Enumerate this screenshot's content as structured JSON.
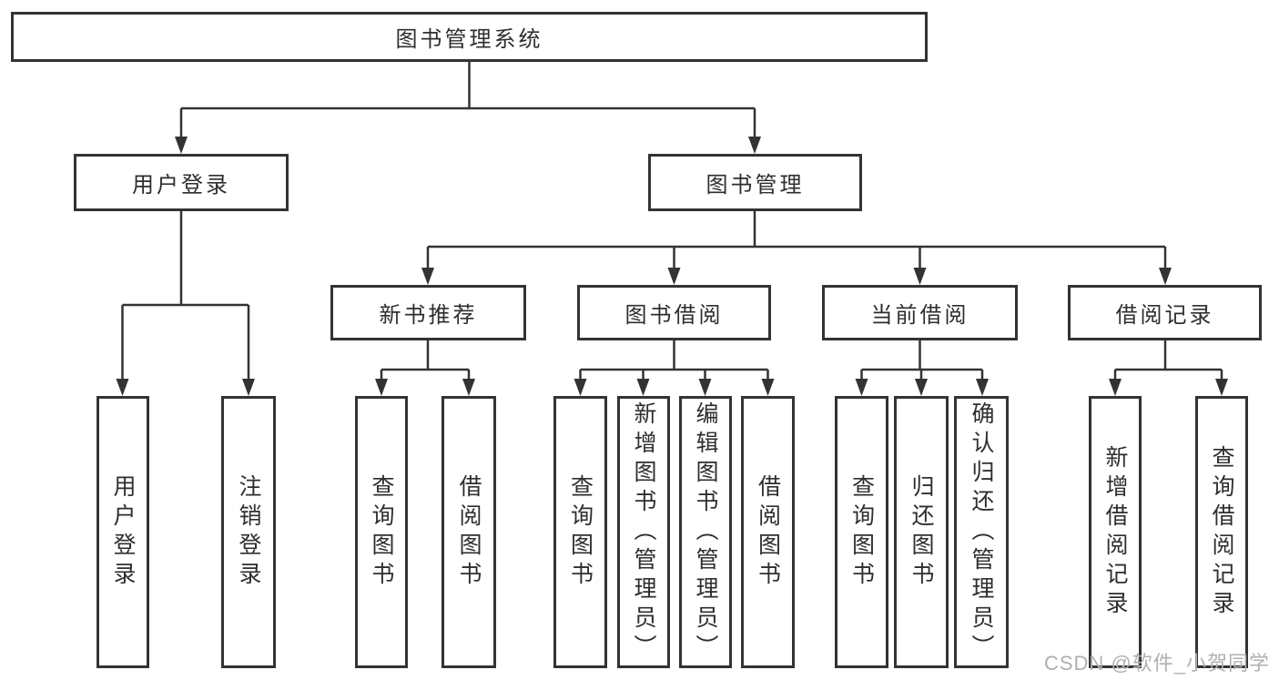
{
  "diagram": {
    "type": "hierarchy-chart",
    "line_color": "#333333",
    "background": "#ffffff",
    "root": {
      "label": "图书管理系统",
      "children": [
        {
          "label": "用户登录",
          "children": [
            {
              "label": "用户登录"
            },
            {
              "label": "注销登录"
            }
          ]
        },
        {
          "label": "图书管理",
          "children": [
            {
              "label": "新书推荐",
              "children": [
                {
                  "label": "查询图书"
                },
                {
                  "label": "借阅图书"
                }
              ]
            },
            {
              "label": "图书借阅",
              "children": [
                {
                  "label": "查询图书"
                },
                {
                  "label": "新增图书（管理员）"
                },
                {
                  "label": "编辑图书（管理员）"
                },
                {
                  "label": "借阅图书"
                }
              ]
            },
            {
              "label": "当前借阅",
              "children": [
                {
                  "label": "查询图书"
                },
                {
                  "label": "归还图书"
                },
                {
                  "label": "确认归还（管理员）"
                }
              ]
            },
            {
              "label": "借阅记录",
              "children": [
                {
                  "label": "新增借阅记录"
                },
                {
                  "label": "查询借阅记录"
                }
              ]
            }
          ]
        }
      ]
    }
  },
  "watermark": {
    "text": "CSDN @软件_小贺同学",
    "color": "#b0b0b0"
  }
}
